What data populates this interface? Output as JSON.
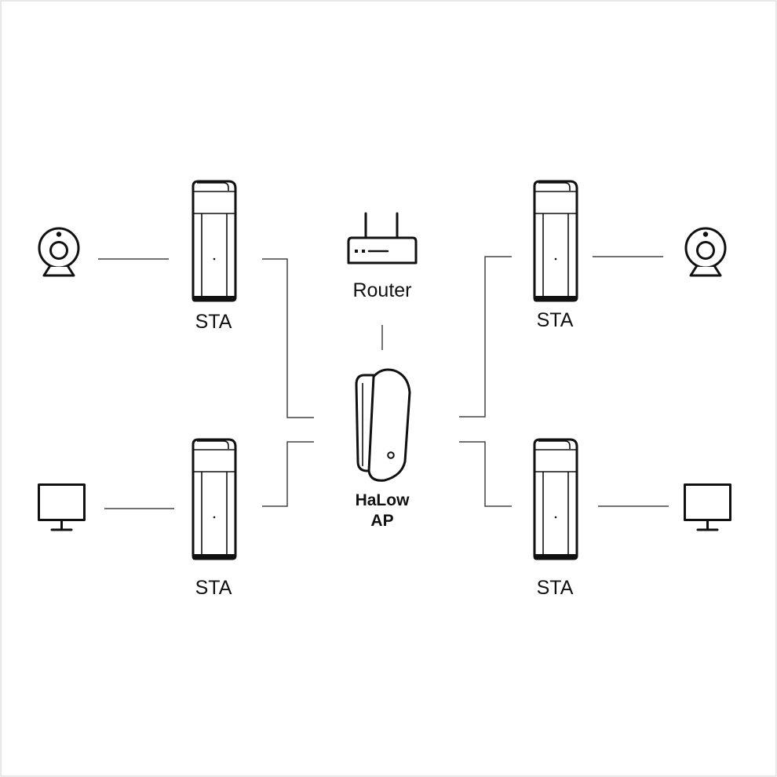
{
  "labels": {
    "router": "Router",
    "ap_line1": "HaLow",
    "ap_line2": "AP",
    "sta_top_left": "STA",
    "sta_bottom_left": "STA",
    "sta_top_right": "STA",
    "sta_bottom_right": "STA"
  },
  "icons": {
    "router": "router-icon",
    "access_point": "access-point-icon",
    "station": "station-device-icon",
    "camera": "webcam-icon",
    "monitor": "monitor-icon"
  },
  "colors": {
    "line": "#444444",
    "device_stroke": "#111111",
    "background": "#ffffff"
  }
}
